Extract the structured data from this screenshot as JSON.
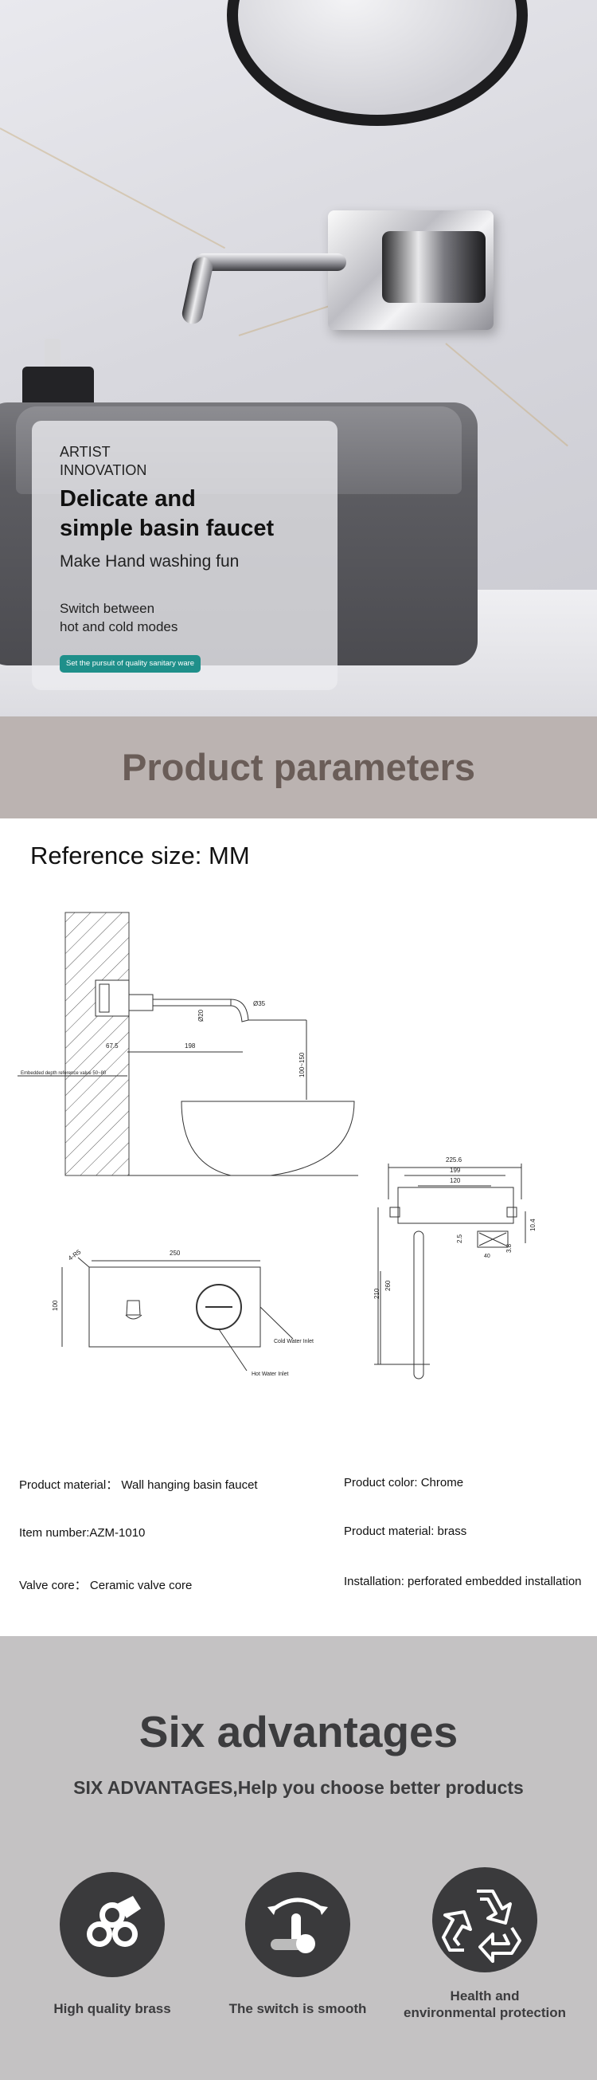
{
  "hero": {
    "brand": "ARTIST\nINNOVATION",
    "headline": "Delicate and\nsimple basin faucet",
    "subheadline": "Make Hand washing fun",
    "modes": "Switch between\nhot and cold modes",
    "pill": "Set the pursuit of quality sanitary ware"
  },
  "parameters_band": {
    "title": "Product parameters"
  },
  "reference": {
    "label": "Reference size: MM"
  },
  "drawing": {
    "dims": {
      "d35": "Ø35",
      "d20": "Ø20",
      "d198": "198",
      "d675": "67.5",
      "d100_150": "100~150",
      "embedded": "Embedded depth reference value 50~80",
      "d225": "225.6",
      "d199": "199",
      "d120": "120",
      "d104": "10.4",
      "d25": "2.5",
      "d38": "3.8",
      "d260": "260",
      "d210": "210",
      "d40": "40",
      "d250": "250",
      "d100": "100",
      "d4r5": "4-R5",
      "cold_inlet": "Cold Water Inlet",
      "hot_inlet": "Hot Water Inlet"
    }
  },
  "specs": {
    "material_type": "Product material： Wall hanging basin faucet",
    "color": "Product color:  Chrome",
    "item_number": "Item number:AZM-1010",
    "material": "Product material: brass",
    "valve": "Valve core： Ceramic valve core",
    "installation": "Installation: perforated embedded installation"
  },
  "advantages": {
    "title": "Six advantages",
    "subtitle": "SIX ADVANTAGES,Help you choose better products",
    "items": [
      {
        "label": "High quality brass",
        "icon": "brass-rods-icon"
      },
      {
        "label": "The switch is smooth",
        "icon": "lever-switch-icon"
      },
      {
        "label": "Health and\nenvironmental protection",
        "icon": "recycle-icon"
      }
    ]
  },
  "colors": {
    "band": "#bbb3b1",
    "band_text": "#6a5d58",
    "pill": "#1f8f8a",
    "adv_bg": "#c4c2c3"
  }
}
